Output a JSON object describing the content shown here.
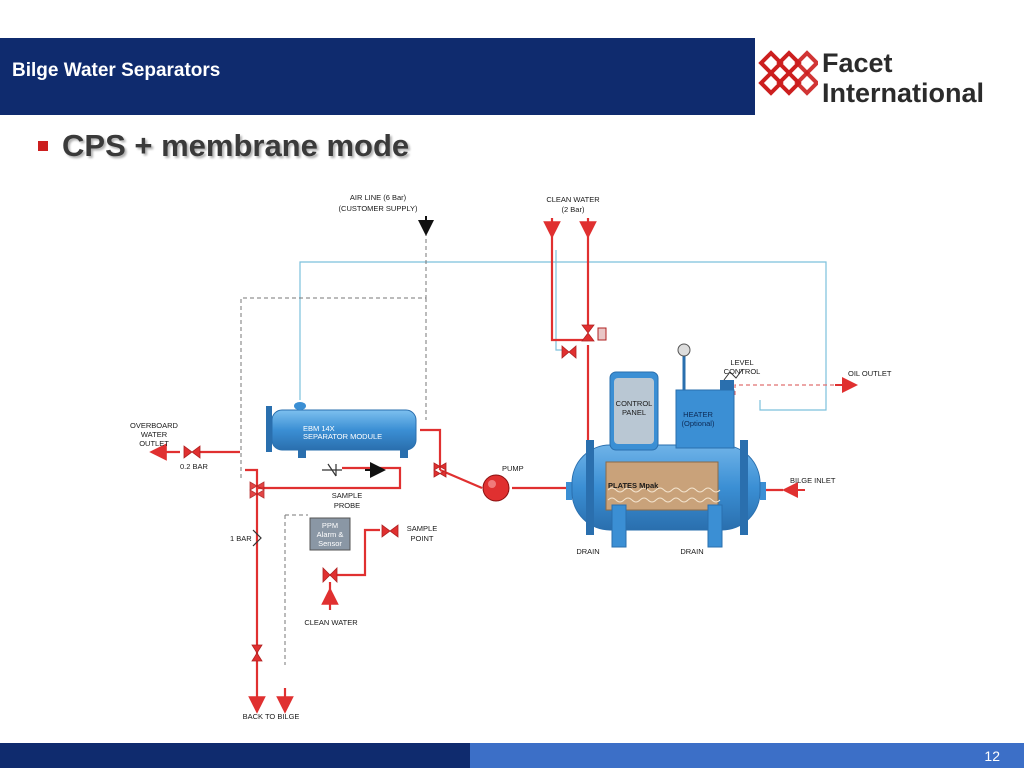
{
  "header": {
    "title": "Bilge Water Separators",
    "colors": {
      "bar": "#0f2b6e",
      "text": "#ffffff"
    }
  },
  "logo": {
    "line1": "Facet",
    "line2": "International",
    "mark_color": "#cc1f1f"
  },
  "bullet": {
    "text": "CPS + membrane mode",
    "marker_color": "#cc1f1f"
  },
  "diagram": {
    "labels": {
      "air_line_1": "AIR LINE (6 Bar)",
      "air_line_2": "(CUSTOMER SUPPLY)",
      "clean_water_top_1": "CLEAN WATER",
      "clean_water_top_2": "(2 Bar)",
      "overboard_1": "OVERBOARD",
      "overboard_2": "WATER",
      "overboard_3": "OUTLET",
      "bar_02": "0.2 BAR",
      "module_1": "EBM 14X",
      "module_2": "SEPARATOR MODULE",
      "pump": "PUMP",
      "sample_probe_1": "SAMPLE",
      "sample_probe_2": "PROBE",
      "ppm_1": "PPM",
      "ppm_2": "Alarm &",
      "ppm_3": "Sensor",
      "sample_point_1": "SAMPLE",
      "sample_point_2": "POINT",
      "bar_1": "1 BAR",
      "clean_water_bottom": "CLEAN WATER",
      "back_to_bilge": "BACK TO BILGE",
      "control_panel_1": "CONTROL",
      "control_panel_2": "PANEL",
      "heater_1": "HEATER",
      "heater_2": "(Optional)",
      "level_control_1": "LEVEL",
      "level_control_2": "CONTROL",
      "oil_outlet": "OIL OUTLET",
      "bilge_inlet": "BILGE INLET",
      "plates": "PLATES Mpak",
      "drain_left": "DRAIN",
      "drain_right": "DRAIN"
    },
    "colors": {
      "water_pipe": "#e03030",
      "control_line": "#7cc0dc",
      "air_line": "#777777",
      "vessel": "#3b8fd4",
      "vessel_dark": "#2a6fae",
      "plates": "#c9a27a"
    }
  },
  "footer": {
    "page_number": "12",
    "colors": {
      "left": "#0f2b6e",
      "right": "#3c6fc7"
    }
  }
}
